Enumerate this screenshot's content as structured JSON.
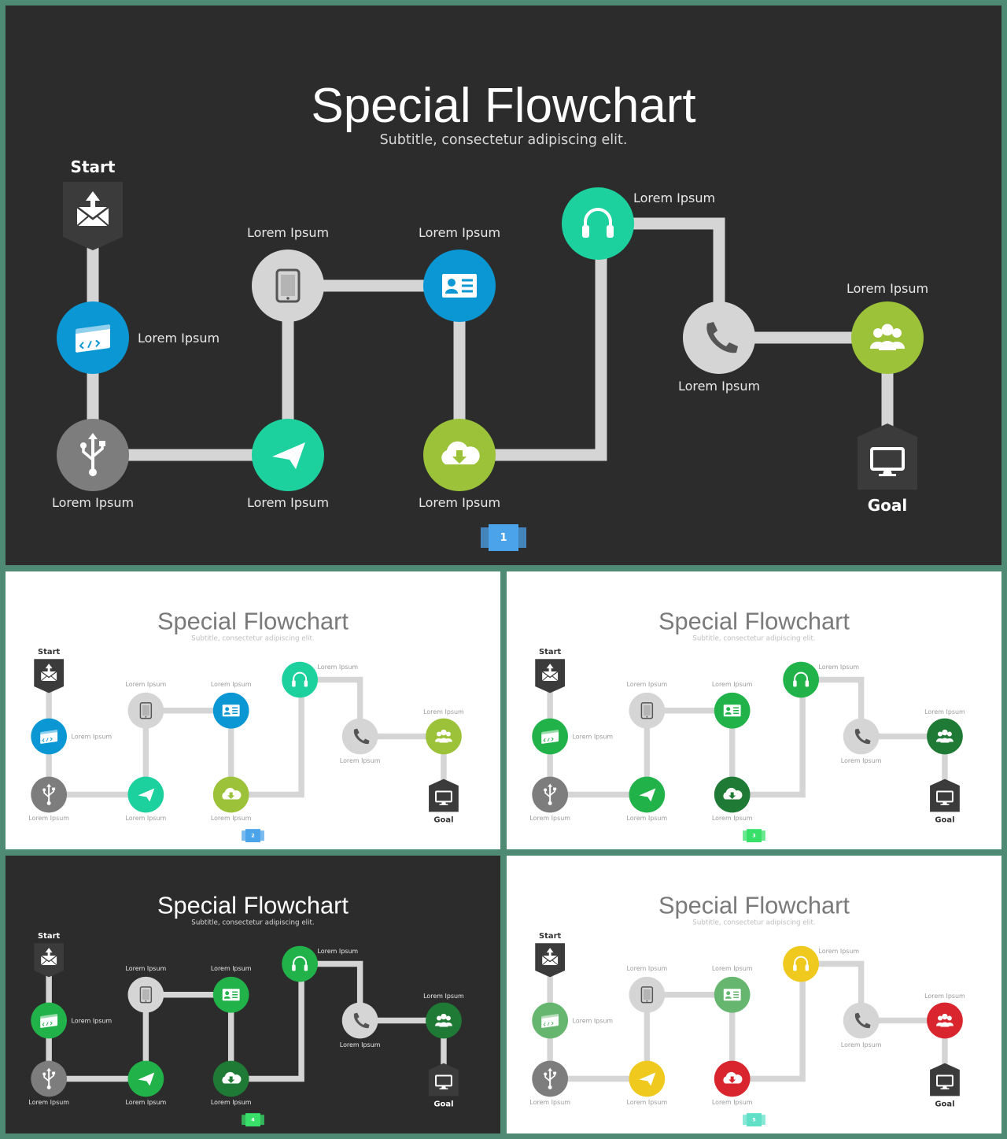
{
  "slide_title": "Special Flowchart",
  "slide_subtitle": "Subtitle, consectetur adipiscing elit.",
  "start_label": "Start",
  "goal_label": "Goal",
  "node_label": "Lorem Ipsum",
  "icons": {
    "start": "mail-upload-icon",
    "n1": "browser-code-icon",
    "n2": "usb-icon",
    "n3": "paper-plane-icon",
    "n4": "tablet-icon",
    "n5": "contact-card-icon",
    "n6": "cloud-download-icon",
    "n7": "headphones-icon",
    "n8": "phone-icon",
    "n9": "group-icon",
    "goal": "monitor-icon"
  },
  "slides": [
    {
      "page": "1",
      "theme": "dark",
      "colors": {
        "n1": "#0a97d4",
        "n2": "#7d7d7d",
        "n3": "#1dd19e",
        "n4": "#d5d5d5",
        "n5": "#0a97d4",
        "n6": "#9bc238",
        "n7": "#1dd19e",
        "n8": "#d5d5d5",
        "n9": "#9bc238"
      },
      "badge_color": "#4ba3ea"
    },
    {
      "page": "2",
      "theme": "light",
      "colors": {
        "n1": "#0a97d4",
        "n2": "#7d7d7d",
        "n3": "#1dd19e",
        "n4": "#d5d5d5",
        "n5": "#0a97d4",
        "n6": "#9bc238",
        "n7": "#1dd19e",
        "n8": "#d5d5d5",
        "n9": "#9bc238"
      },
      "badge_color": "#4ba3ea"
    },
    {
      "page": "3",
      "theme": "light",
      "colors": {
        "n1": "#21b24a",
        "n2": "#7d7d7d",
        "n3": "#21b24a",
        "n4": "#d5d5d5",
        "n5": "#21b24a",
        "n6": "#1e7a34",
        "n7": "#21b24a",
        "n8": "#d5d5d5",
        "n9": "#1e7a34"
      },
      "badge_color": "#38e06a"
    },
    {
      "page": "4",
      "theme": "dark",
      "colors": {
        "n1": "#21b24a",
        "n2": "#7d7d7d",
        "n3": "#21b24a",
        "n4": "#d5d5d5",
        "n5": "#21b24a",
        "n6": "#1e7a34",
        "n7": "#21b24a",
        "n8": "#d5d5d5",
        "n9": "#1e7a34"
      },
      "badge_color": "#38e06a"
    },
    {
      "page": "5",
      "theme": "light",
      "colors": {
        "n1": "#66b66f",
        "n2": "#7d7d7d",
        "n3": "#f0c91e",
        "n4": "#d5d5d5",
        "n5": "#66b66f",
        "n6": "#d9262e",
        "n7": "#f0c91e",
        "n8": "#d5d5d5",
        "n9": "#d9262e"
      },
      "badge_color": "#5fe0c7"
    }
  ]
}
